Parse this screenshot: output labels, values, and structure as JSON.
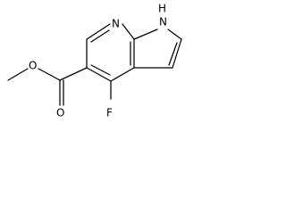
{
  "structure": {
    "atoms": {
      "pyridine_n": "N",
      "pyrrole_nh": "H",
      "pyrrole_n": "N",
      "fluorine": "F",
      "ester_oxygen_single": "O",
      "ester_oxygen_double": "O"
    }
  }
}
